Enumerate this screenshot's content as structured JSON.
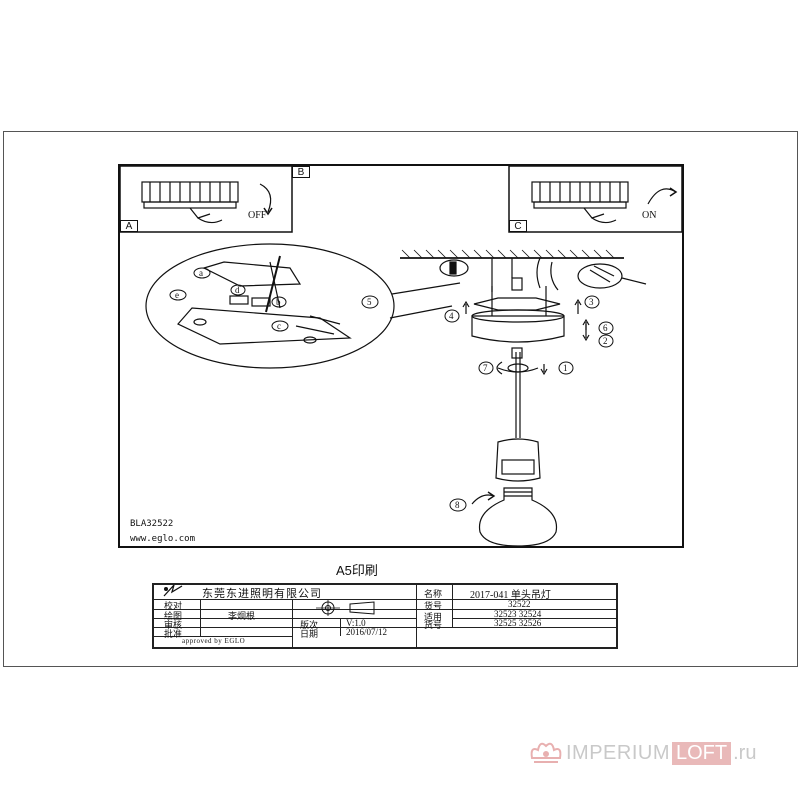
{
  "panels": {
    "a_label": "A",
    "b_label": "B",
    "c_label": "C",
    "off_label": "OFF",
    "on_label": "ON"
  },
  "callouts": {
    "a": "a",
    "b": "b",
    "c": "c",
    "d": "d",
    "e": "e",
    "n1": "1",
    "n2": "2",
    "n3": "3",
    "n4": "4",
    "n5": "5",
    "n6": "6",
    "n7": "7",
    "n8": "8"
  },
  "drawing_footer": {
    "model": "BLA32522",
    "website": "www.eglo.com"
  },
  "print_note": "A5印刷",
  "title_block": {
    "company": "东莞东进照明有限公司",
    "row_labels": [
      "校对",
      "绘图",
      "审核",
      "批准"
    ],
    "drawer": "李炯根",
    "version_label": "版次",
    "version_value": "V:1.0",
    "date_label": "日期",
    "date_value": "2016/07/12",
    "approved": "approved by EGLO",
    "name_label": "名称",
    "name_value": "2017-041  单头吊灯",
    "item_no_label": "货号",
    "item_no_value": "32522",
    "applicable_label": "适用",
    "applicable_label2": "货号",
    "applicable_values_1": "32523  32524",
    "applicable_values_2": "32525  32526"
  },
  "watermark": {
    "brand": "IMPERIUM",
    "brand_highlight": "LOFT",
    "domain": ".ru"
  }
}
